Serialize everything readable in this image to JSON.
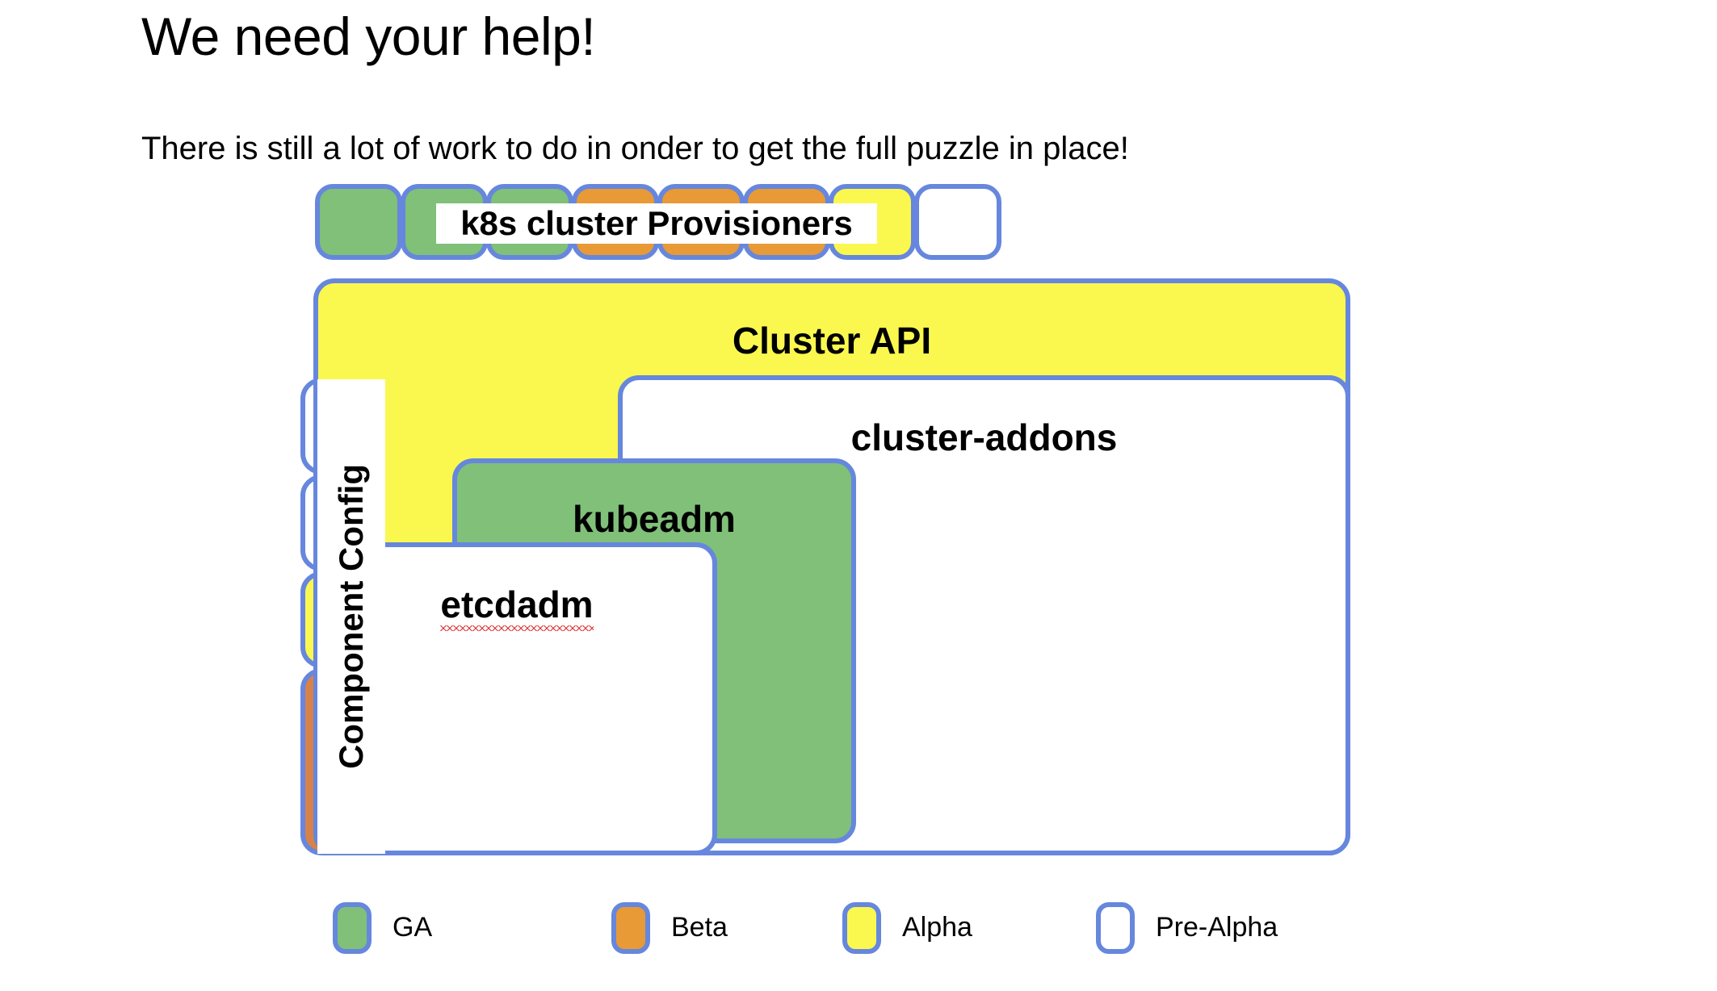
{
  "slide": {
    "title": "We need your help!",
    "subtitle": "There is still a lot of work to do in onder to get the full puzzle in place!"
  },
  "colors": {
    "border_blue": "#6687dd",
    "ga_green": "#80c079",
    "beta_orange": "#e89a36",
    "beta_orange_dark": "#d8824a",
    "alpha_yellow": "#faf84f",
    "prealpha_white": "#ffffff"
  },
  "provisioner_row": {
    "label": "k8s cluster Provisioners",
    "boxes": [
      {
        "status": "GA",
        "color": "green"
      },
      {
        "status": "GA",
        "color": "green"
      },
      {
        "status": "GA",
        "color": "green"
      },
      {
        "status": "Beta",
        "color": "orange"
      },
      {
        "status": "Beta",
        "color": "orange"
      },
      {
        "status": "Beta",
        "color": "orange"
      },
      {
        "status": "Alpha",
        "color": "yellow"
      },
      {
        "status": "Pre-Alpha",
        "color": "white"
      }
    ]
  },
  "component_config": {
    "label": "Component Config",
    "boxes": [
      {
        "status": "Pre-Alpha",
        "color": "white"
      },
      {
        "status": "Pre-Alpha",
        "color": "white"
      },
      {
        "status": "Alpha",
        "color": "yellow"
      },
      {
        "status": "Beta",
        "color": "orange-dark"
      }
    ]
  },
  "stack": {
    "cluster_api": {
      "label": "Cluster API",
      "status": "Alpha"
    },
    "cluster_addons": {
      "label": "cluster-addons",
      "status": "Pre-Alpha"
    },
    "kubeadm": {
      "label": "kubeadm",
      "status": "GA"
    },
    "etcdadm": {
      "label": "etcdadm",
      "status": "Pre-Alpha",
      "spellcheck_flagged": true
    }
  },
  "legend": {
    "items": [
      {
        "label": "GA",
        "color": "green"
      },
      {
        "label": "Beta",
        "color": "orange"
      },
      {
        "label": "Alpha",
        "color": "yellow"
      },
      {
        "label": "Pre-Alpha",
        "color": "white"
      }
    ]
  }
}
